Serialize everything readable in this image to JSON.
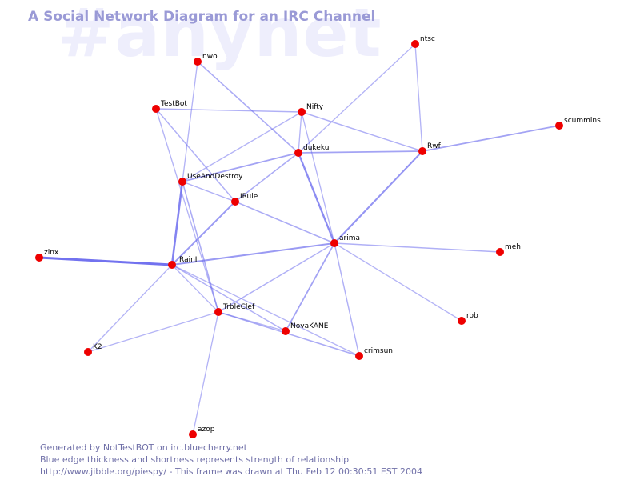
{
  "watermark": "#anynet",
  "title": "A Social Network Diagram for an IRC Channel",
  "colors": {
    "node": "#ee0000",
    "edge": "#6a6aee",
    "label": "#000000",
    "title": "#9a9ad6",
    "footer": "#7070a8",
    "watermark": "#eeeefc"
  },
  "nodes": [
    {
      "id": "nwo",
      "label": "nwo"
    },
    {
      "id": "ntsc",
      "label": "ntsc"
    },
    {
      "id": "TestBot",
      "label": "TestBot"
    },
    {
      "id": "Nifty",
      "label": "Nifty"
    },
    {
      "id": "scummins",
      "label": "scummins"
    },
    {
      "id": "dukeku",
      "label": "dukeku"
    },
    {
      "id": "Rwf",
      "label": "Rwf"
    },
    {
      "id": "UseAndDestroy",
      "label": "UseAndDestroy"
    },
    {
      "id": "IRule",
      "label": "IRule"
    },
    {
      "id": "arima",
      "label": "arima"
    },
    {
      "id": "meh",
      "label": "meh"
    },
    {
      "id": "zinx",
      "label": "zinx"
    },
    {
      "id": "IRainI",
      "label": "|RainI"
    },
    {
      "id": "TrbleClef",
      "label": "TrbleClef"
    },
    {
      "id": "rob",
      "label": "rob"
    },
    {
      "id": "NovaKANE",
      "label": "NovaKANE"
    },
    {
      "id": "K2",
      "label": "K2"
    },
    {
      "id": "crimsun",
      "label": "crimsun"
    },
    {
      "id": "azop",
      "label": "azop"
    }
  ],
  "edges": [
    {
      "from": "zinx",
      "to": "IRainI",
      "strength": 1.0
    },
    {
      "from": "UseAndDestroy",
      "to": "IRainI",
      "strength": 0.8
    },
    {
      "from": "dukeku",
      "to": "arima",
      "strength": 0.7
    },
    {
      "from": "Rwf",
      "to": "arima",
      "strength": 0.6
    },
    {
      "from": "IRule",
      "to": "IRainI",
      "strength": 0.55
    },
    {
      "from": "IRainI",
      "to": "arima",
      "strength": 0.55
    },
    {
      "from": "Rwf",
      "to": "scummins",
      "strength": 0.45
    },
    {
      "from": "dukeku",
      "to": "Rwf",
      "strength": 0.45
    },
    {
      "from": "UseAndDestroy",
      "to": "dukeku",
      "strength": 0.45
    },
    {
      "from": "arima",
      "to": "NovaKANE",
      "strength": 0.45
    },
    {
      "from": "nwo",
      "to": "dukeku",
      "strength": 0.35
    },
    {
      "from": "IRule",
      "to": "dukeku",
      "strength": 0.35
    },
    {
      "from": "IRule",
      "to": "arima",
      "strength": 0.35
    },
    {
      "from": "TrbleClef",
      "to": "crimsun",
      "strength": 0.35
    },
    {
      "from": "UseAndDestroy",
      "to": "TrbleClef",
      "strength": 0.35
    },
    {
      "from": "TestBot",
      "to": "Nifty",
      "strength": 0.3
    },
    {
      "from": "Nifty",
      "to": "Rwf",
      "strength": 0.3
    },
    {
      "from": "TestBot",
      "to": "IRule",
      "strength": 0.3
    },
    {
      "from": "UseAndDestroy",
      "to": "IRule",
      "strength": 0.3
    },
    {
      "from": "IRainI",
      "to": "NovaKANE",
      "strength": 0.3
    },
    {
      "from": "TrbleClef",
      "to": "arima",
      "strength": 0.3
    },
    {
      "from": "arima",
      "to": "crimsun",
      "strength": 0.3
    },
    {
      "from": "arima",
      "to": "meh",
      "strength": 0.3
    },
    {
      "from": "nwo",
      "to": "UseAndDestroy",
      "strength": 0.25
    },
    {
      "from": "ntsc",
      "to": "dukeku",
      "strength": 0.25
    },
    {
      "from": "ntsc",
      "to": "Rwf",
      "strength": 0.25
    },
    {
      "from": "TestBot",
      "to": "TrbleClef",
      "strength": 0.25
    },
    {
      "from": "Nifty",
      "to": "UseAndDestroy",
      "strength": 0.25
    },
    {
      "from": "Nifty",
      "to": "dukeku",
      "strength": 0.25
    },
    {
      "from": "Nifty",
      "to": "arima",
      "strength": 0.25
    },
    {
      "from": "IRainI",
      "to": "TrbleClef",
      "strength": 0.25
    },
    {
      "from": "IRainI",
      "to": "crimsun",
      "strength": 0.25
    },
    {
      "from": "IRainI",
      "to": "K2",
      "strength": 0.25
    },
    {
      "from": "K2",
      "to": "TrbleClef",
      "strength": 0.25
    },
    {
      "from": "TrbleClef",
      "to": "NovaKANE",
      "strength": 0.25
    },
    {
      "from": "TrbleClef",
      "to": "azop",
      "strength": 0.25
    },
    {
      "from": "arima",
      "to": "rob",
      "strength": 0.25
    }
  ],
  "footer": {
    "line1": "Generated by NotTestBOT on irc.bluecherry.net",
    "line2": "Blue edge thickness and shortness represents strength of relationship",
    "line3": "http://www.jibble.org/piespy/ - This frame was drawn at Thu Feb 12 00:30:51 EST 2004"
  }
}
